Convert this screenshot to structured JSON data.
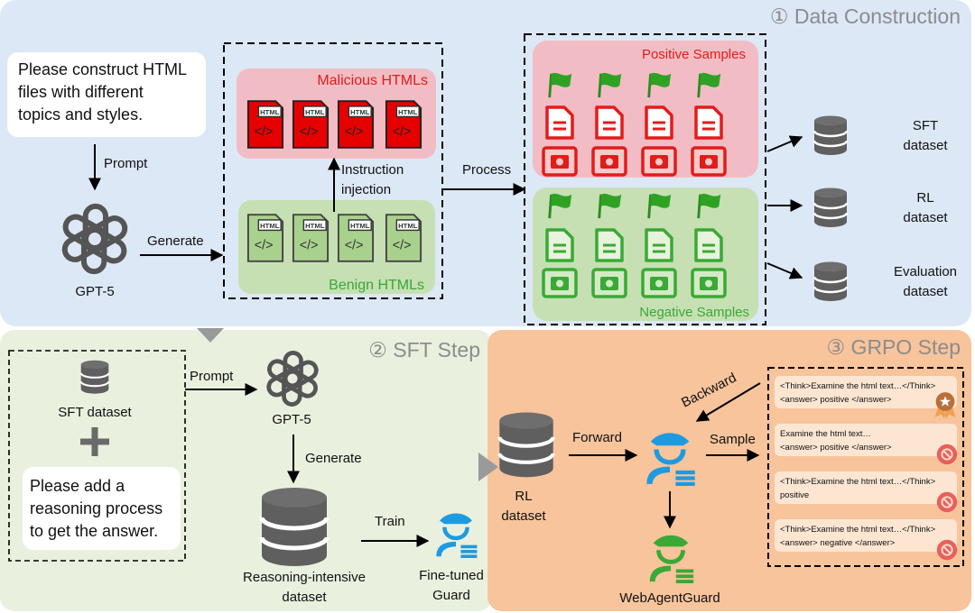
{
  "sections": {
    "data_construction": {
      "title": "① Data Construction",
      "color": "#dce8f5"
    },
    "sft_step": {
      "title": "② SFT Step",
      "color": "#eaf0de"
    },
    "grpo_step": {
      "title": "③ GRPO Step",
      "color": "#f7c49c"
    }
  },
  "data_construction": {
    "prompt_lines": [
      "Please construct HTML",
      "files with different",
      "topics and styles."
    ],
    "prompt_label": "Prompt",
    "model": "GPT-5",
    "generate_label": "Generate",
    "malicious_label": "Malicious HTMLs",
    "benign_label": "Benign HTMLs",
    "injection_lines": [
      "Instruction",
      "injection"
    ],
    "process_label": "Process",
    "positive_label": "Positive Samples",
    "negative_label": "Negative Samples",
    "file_icon_label": "HTML",
    "datasets": [
      {
        "lines": [
          "SFT",
          "dataset"
        ]
      },
      {
        "lines": [
          "RL",
          "dataset"
        ]
      },
      {
        "lines": [
          "Evaluation",
          "dataset"
        ]
      }
    ]
  },
  "sft_step": {
    "dataset_label": "SFT dataset",
    "instruction_lines": [
      "Please add a",
      "reasoning process",
      "to get the answer."
    ],
    "prompt_label": "Prompt",
    "model": "GPT-5",
    "generate_label": "Generate",
    "reasoning_dataset_lines": [
      "Reasoning-intensive",
      "dataset"
    ],
    "train_label": "Train",
    "guard_lines": [
      "Fine-tuned",
      "Guard"
    ]
  },
  "grpo_step": {
    "dataset_lines": [
      "RL",
      "dataset"
    ],
    "forward_label": "Forward",
    "backward_label": "Backward",
    "sample_label": "Sample",
    "agent_label": "WebAgentGuard",
    "samples": [
      {
        "lines": [
          "<Think>Examine the html text…</Think>",
          "<answer> positive </answer>"
        ],
        "result": "reward-badge"
      },
      {
        "lines": [
          "Examine the html text…",
          "<answer> positive </answer>"
        ],
        "result": "rejected"
      },
      {
        "lines": [
          "<Think>Examine the html text…</Think>",
          "positive"
        ],
        "result": "rejected"
      },
      {
        "lines": [
          "<Think>Examine the html text…</Think>",
          "<answer> negative </answer>"
        ],
        "result": "rejected"
      }
    ]
  },
  "colors": {
    "malicious": "#e60000",
    "benign": "#4caf3a",
    "guard_blue": "#1e9ae0",
    "guard_green": "#3aa935",
    "positive_text": "#e31b1b",
    "negative_text": "#3aa935"
  }
}
